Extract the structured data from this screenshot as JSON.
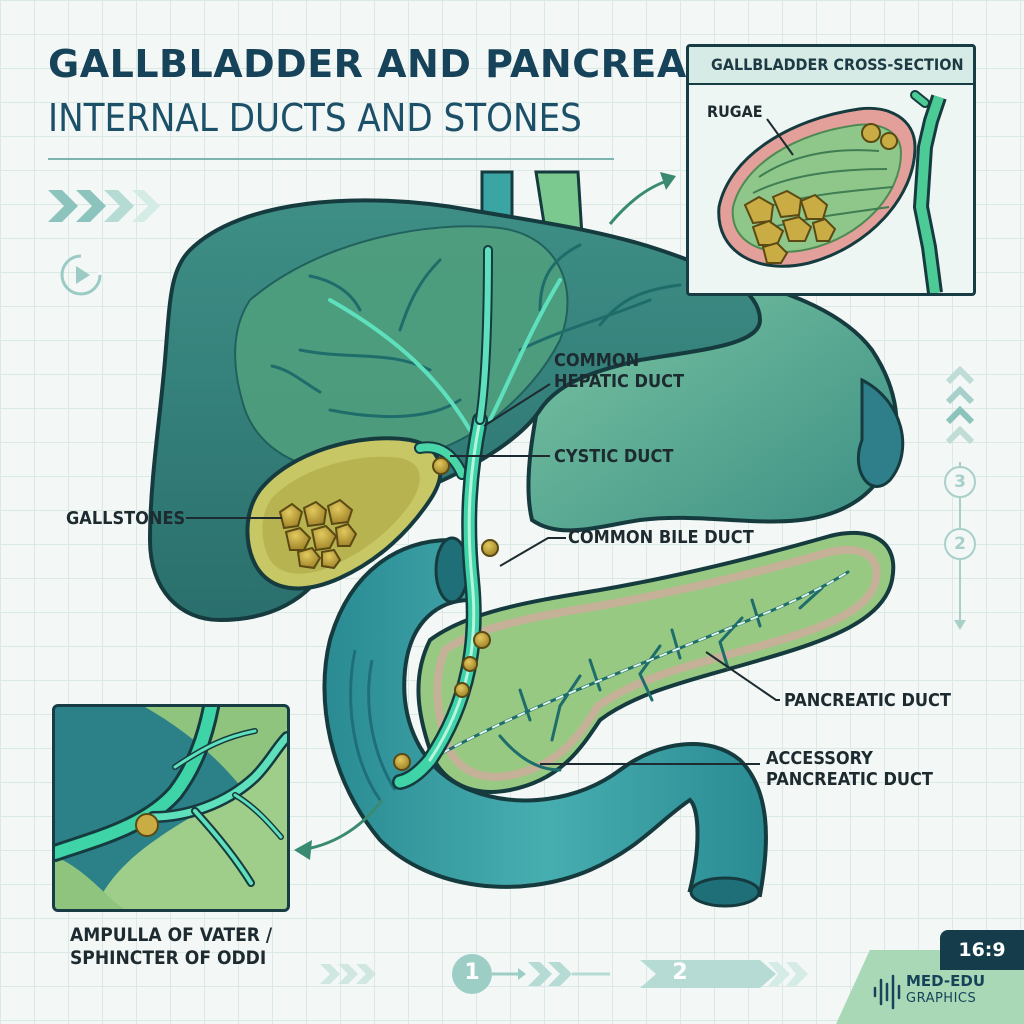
{
  "header": {
    "title": "GALLBLADDER AND PANCREAS:",
    "subtitle": "INTERNAL DUCTS AND STONES"
  },
  "inset_cross_section": {
    "title": "GALLBLADDER CROSS-SECTION",
    "label_rugae": "RUGAE"
  },
  "labels": {
    "common_hepatic_duct": [
      "COMMON",
      "HEPATIC DUCT"
    ],
    "cystic_duct": "CYSTIC DUCT",
    "gallstones": "GALLSTONES",
    "common_bile_duct": "COMMON BILE DUCT",
    "pancreatic_duct": "PANCREATIC DUCT",
    "accessory_pancreatic_duct": [
      "ACCESSORY",
      "PANCREATIC DUCT"
    ]
  },
  "inset_ampulla": {
    "label": [
      "AMPULLA OF VATER /",
      "SPHINCTER OF ODDI"
    ]
  },
  "footer": {
    "aspect_ratio": "16:9",
    "brand_name": "MED-EDU",
    "brand_sub": "GRAPHICS",
    "steps": [
      "1",
      "2"
    ]
  },
  "side_steps": [
    "3",
    "2"
  ],
  "icons": {
    "play": "play-circle-icon",
    "chevrons": "chevron-right-icon",
    "waveform": "waveform-icon"
  },
  "colors": {
    "liver": "#2f7d78",
    "liver_dark": "#1f5d5a",
    "stomach": "#5aa88f",
    "gallbladder": "#c6c766",
    "stone": "#c4a63c",
    "pancreas": "#8ec47e",
    "pancreas_edge": "#d9a6a0",
    "duodenum": "#2e8f96",
    "duct": "#3fd3a8",
    "outline": "#163b3f",
    "title": "#16435a"
  }
}
